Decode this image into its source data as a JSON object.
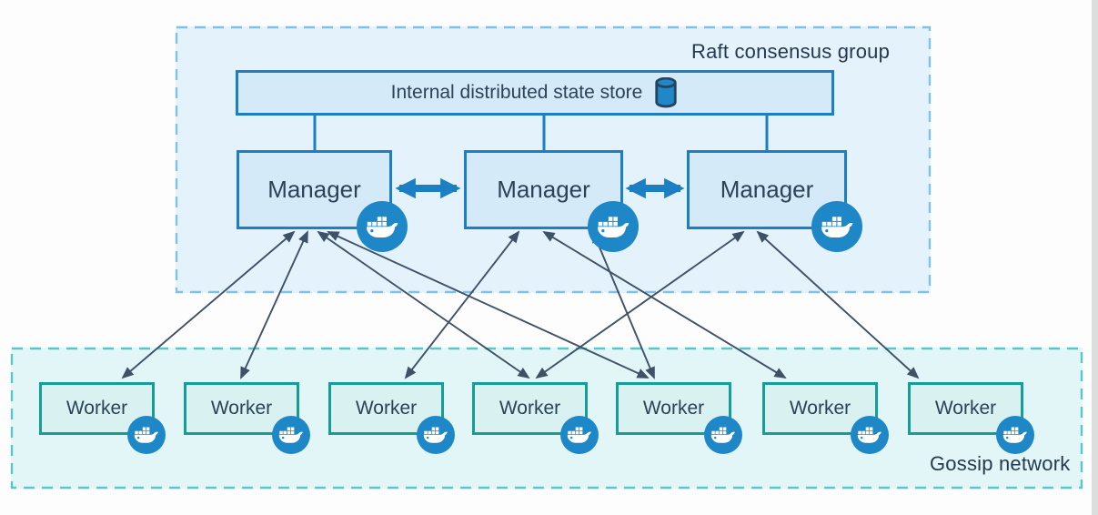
{
  "raft_group": {
    "label": "Raft consensus group"
  },
  "state_store": {
    "label": "Internal distributed state store",
    "icon": "database-cylinder-icon"
  },
  "managers": [
    {
      "id": "manager-1",
      "label": "Manager",
      "icon": "docker-whale-icon"
    },
    {
      "id": "manager-2",
      "label": "Manager",
      "icon": "docker-whale-icon"
    },
    {
      "id": "manager-3",
      "label": "Manager",
      "icon": "docker-whale-icon"
    }
  ],
  "workers": [
    {
      "id": "worker-1",
      "label": "Worker",
      "icon": "docker-whale-icon"
    },
    {
      "id": "worker-2",
      "label": "Worker",
      "icon": "docker-whale-icon"
    },
    {
      "id": "worker-3",
      "label": "Worker",
      "icon": "docker-whale-icon"
    },
    {
      "id": "worker-4",
      "label": "Worker",
      "icon": "docker-whale-icon"
    },
    {
      "id": "worker-5",
      "label": "Worker",
      "icon": "docker-whale-icon"
    },
    {
      "id": "worker-6",
      "label": "Worker",
      "icon": "docker-whale-icon"
    },
    {
      "id": "worker-7",
      "label": "Worker",
      "icon": "docker-whale-icon"
    }
  ],
  "gossip_group": {
    "label": "Gossip network"
  },
  "connections": {
    "state_store_to_managers": [
      "manager-1",
      "manager-2",
      "manager-3"
    ],
    "manager_peer_links": [
      [
        "manager-1",
        "manager-2"
      ],
      [
        "manager-2",
        "manager-3"
      ]
    ],
    "manager_worker_links": [
      [
        "manager-1",
        "worker-1"
      ],
      [
        "manager-1",
        "worker-2"
      ],
      [
        "manager-1",
        "worker-4"
      ],
      [
        "manager-1",
        "worker-5"
      ],
      [
        "manager-2",
        "worker-3"
      ],
      [
        "manager-2",
        "worker-5"
      ],
      [
        "manager-2",
        "worker-6"
      ],
      [
        "manager-3",
        "worker-4"
      ],
      [
        "manager-3",
        "worker-7"
      ]
    ]
  },
  "colors": {
    "manager_fill": "#d5eaf8",
    "manager_border": "#1d7fc3",
    "raft_group_fill": "#e4f2fc",
    "raft_group_border": "#7fc2e9",
    "worker_fill": "#d9f2f1",
    "worker_border": "#149d99",
    "gossip_group_fill": "#e3f6f7",
    "gossip_group_border": "#57c7c9",
    "docker_badge": "#1d87c8",
    "thin_arrow": "#3e5166",
    "text": "#2b4257"
  }
}
